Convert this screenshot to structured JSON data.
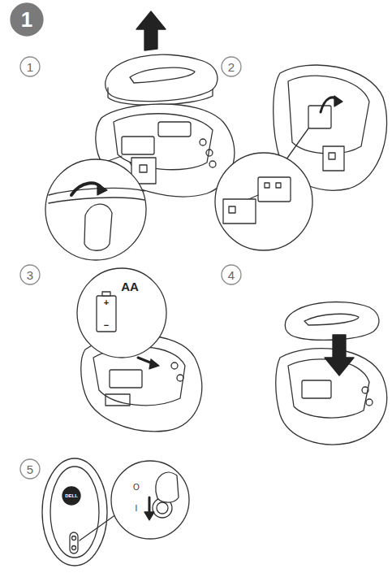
{
  "diagram": {
    "nodes": [
      {
        "text": [
          "1"
        ]
      },
      {
        "text": [
          "1"
        ]
      },
      {
        "text": [
          "2"
        ]
      },
      {
        "text": [
          "3"
        ]
      },
      {
        "text": [
          "4"
        ]
      },
      {
        "text": [
          "5"
        ]
      }
    ],
    "labels": [
      "AA",
      "+",
      "−",
      "O",
      "I",
      "DELL"
    ]
  }
}
